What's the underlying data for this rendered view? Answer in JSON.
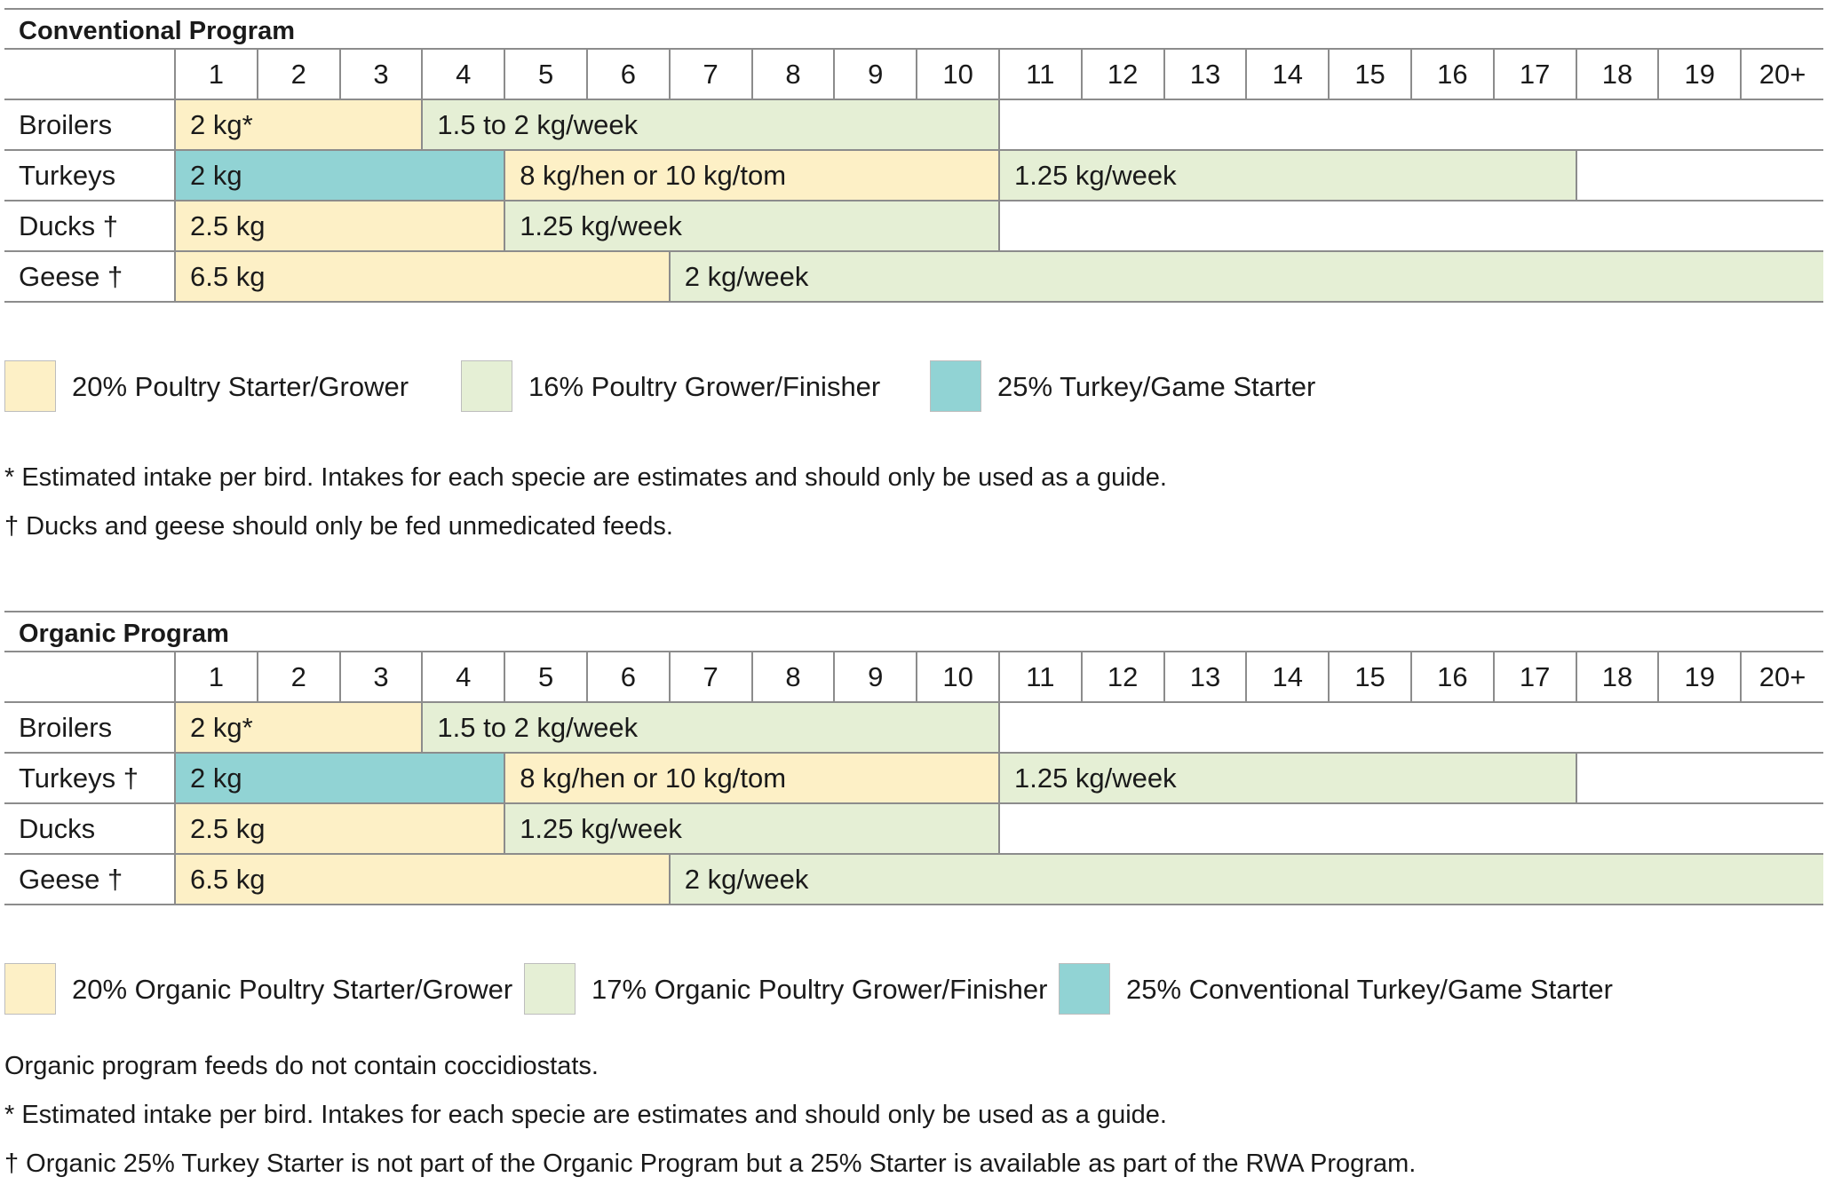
{
  "weeks": [
    "1",
    "2",
    "3",
    "4",
    "5",
    "6",
    "7",
    "8",
    "9",
    "10",
    "11",
    "12",
    "13",
    "14",
    "15",
    "16",
    "17",
    "18",
    "19",
    "20+"
  ],
  "colors": {
    "yellow": "#fdf0c6",
    "green": "#e5efd5",
    "teal": "#91d3d4"
  },
  "conventional": {
    "title": "Conventional Program",
    "rows": [
      {
        "name": "Broilers",
        "segments": [
          "2 kg*",
          "1.5 to 2 kg/week"
        ]
      },
      {
        "name": "Turkeys",
        "segments": [
          "2 kg",
          "8 kg/hen or 10 kg/tom",
          "1.25 kg/week"
        ]
      },
      {
        "name": "Ducks †",
        "segments": [
          "2.5 kg",
          "1.25 kg/week"
        ]
      },
      {
        "name": "Geese †",
        "segments": [
          "6.5 kg",
          "2 kg/week"
        ]
      }
    ],
    "legend": [
      "20% Poultry Starter/Grower",
      "16% Poultry Grower/Finisher",
      "25% Turkey/Game Starter"
    ],
    "notes": [
      "* Estimated intake per bird. Intakes for each specie are estimates and should only be used as a guide.",
      "† Ducks and geese should only be fed unmedicated feeds."
    ]
  },
  "organic": {
    "title": "Organic Program",
    "rows": [
      {
        "name": "Broilers",
        "segments": [
          "2 kg*",
          "1.5 to 2 kg/week"
        ]
      },
      {
        "name": "Turkeys †",
        "segments": [
          "2 kg",
          "8 kg/hen or 10 kg/tom",
          "1.25 kg/week"
        ]
      },
      {
        "name": "Ducks",
        "segments": [
          "2.5 kg",
          "1.25 kg/week"
        ]
      },
      {
        "name": "Geese †",
        "segments": [
          "6.5 kg",
          "2 kg/week"
        ]
      }
    ],
    "legend": [
      "20% Organic Poultry Starter/Grower",
      "17% Organic Poultry Grower/Finisher",
      "25% Conventional Turkey/Game Starter"
    ],
    "notes": [
      "Organic program feeds do not contain coccidiostats.",
      "* Estimated intake per bird. Intakes for each specie are estimates and should only be used as a guide.",
      "† Organic 25% Turkey Starter is not part of the Organic Program but a 25% Starter is available as part of the RWA Program."
    ]
  }
}
